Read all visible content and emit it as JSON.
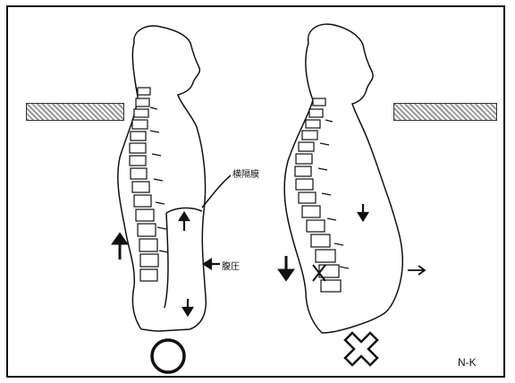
{
  "figure": {
    "left_label": "横隔膜",
    "right_label": "腹圧",
    "credit": "N-K"
  },
  "icons": {
    "good": "circle-icon",
    "bad": "cross-icon"
  }
}
